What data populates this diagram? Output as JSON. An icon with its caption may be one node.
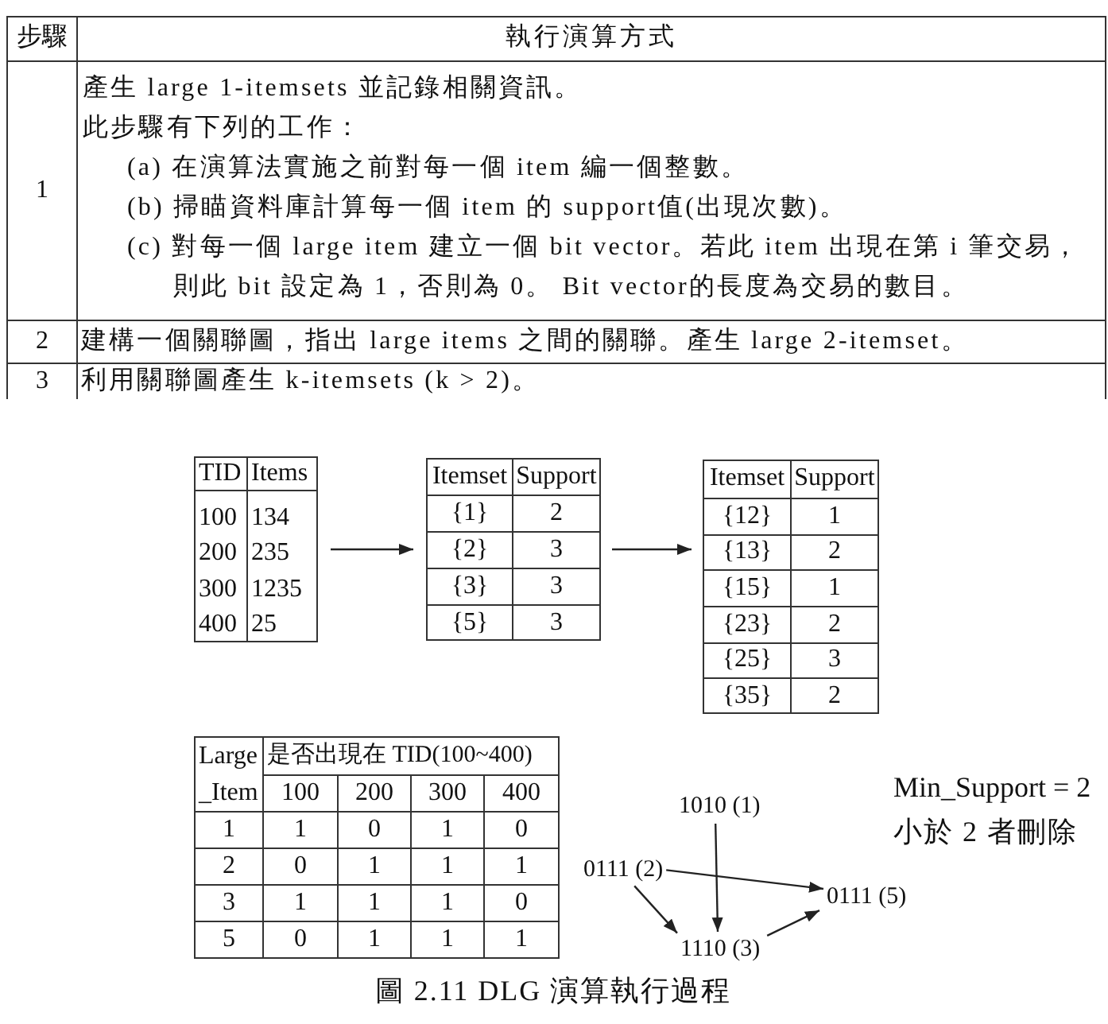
{
  "diagram": {
    "caption": "圖 2.11 DLG 演算執行過程",
    "nodes": [
      {
        "text": [
          "TID",
          "Items",
          "100",
          "134",
          "200",
          "235",
          "300",
          "1235",
          "400",
          "25"
        ]
      },
      {
        "text": [
          "Itemset",
          "Support",
          "{1}",
          "2",
          "{2}",
          "3",
          "{3}",
          "3",
          "{5}",
          "3"
        ]
      },
      {
        "text": [
          "Itemset",
          "Support",
          "{12}",
          "1",
          "{13}",
          "2",
          "{15}",
          "1",
          "{23}",
          "2",
          "{25}",
          "3",
          "{35}",
          "2"
        ]
      },
      {
        "text": [
          "1010 (1)"
        ]
      },
      {
        "text": [
          "0111 (2)"
        ]
      },
      {
        "text": [
          "0111 (5)"
        ]
      },
      {
        "text": [
          "1110 (3)"
        ]
      }
    ],
    "edges": [
      {
        "from": 0,
        "to": 1,
        "arrow": "to"
      },
      {
        "from": 1,
        "to": 2,
        "arrow": "to"
      },
      {
        "from": 3,
        "to": 6,
        "arrow": "to"
      },
      {
        "from": 4,
        "to": 5,
        "arrow": "to"
      },
      {
        "from": 4,
        "to": 6,
        "arrow": "to"
      },
      {
        "from": 6,
        "to": 5,
        "arrow": "to"
      }
    ],
    "labels": [
      "步驟",
      "執行演算方式",
      "1",
      "產生 large 1-itemsets 並記錄相關資訊。",
      "此步驟有下列的工作：",
      "(a) 在演算法實施之前對每一個 item 編一個整數。",
      "(b) 掃瞄資料庫計算每一個 item 的 support值(出現次數)。",
      "(c) 對每一個 large item 建立一個 bit vector。若此 item 出現在第 i 筆交易，則此 bit 設定為 1，否則為 0。 Bit vector的長度為交易的數目。",
      "2",
      "建構一個關聯圖，指出 large items 之間的關聯。產生 large 2-itemset。",
      "3",
      "利用關聯圖產生 k-itemsets (k > 2)。",
      "Large _Item",
      "是否出現在 TID(100~400)",
      "100",
      "200",
      "300",
      "400",
      "1",
      "1",
      "0",
      "1",
      "0",
      "2",
      "0",
      "1",
      "1",
      "1",
      "3",
      "1",
      "1",
      "1",
      "0",
      "5",
      "0",
      "1",
      "1",
      "1",
      "Min_Support = 2",
      "小於 2 者刪除"
    ]
  }
}
